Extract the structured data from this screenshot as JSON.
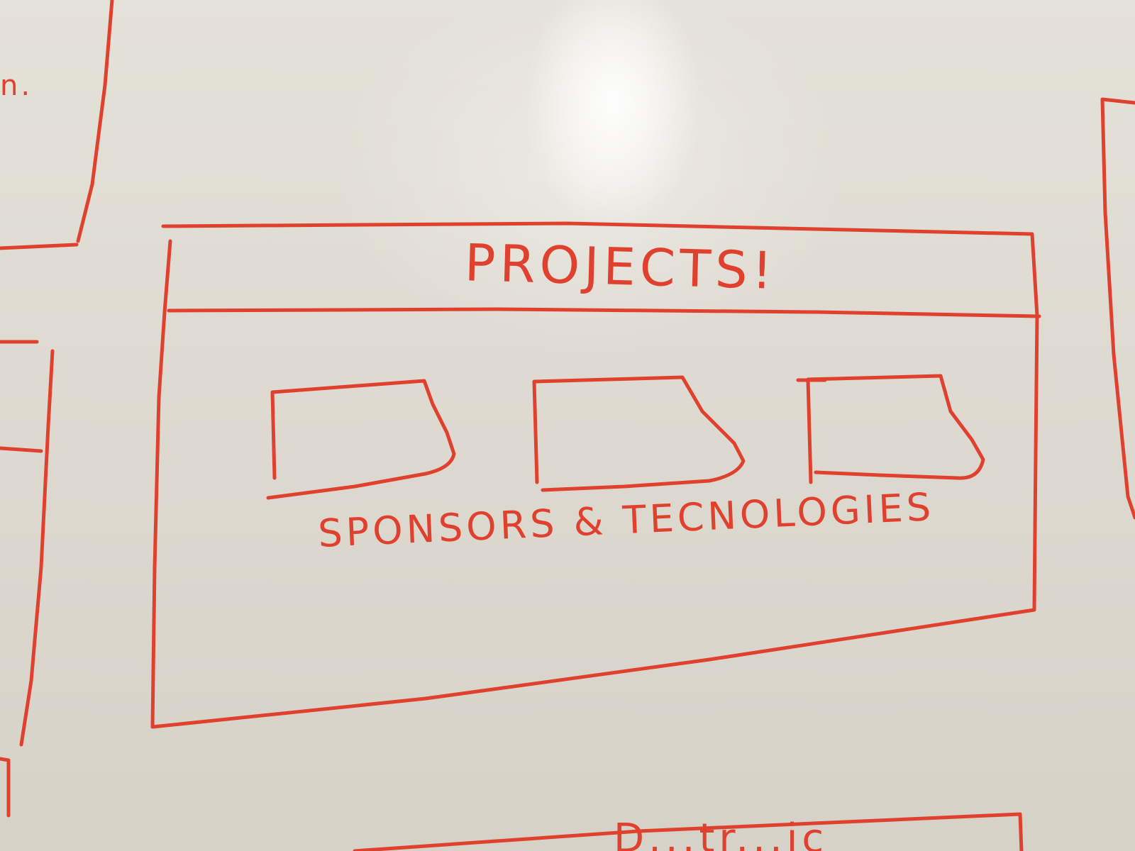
{
  "sketch": {
    "title": "PROJECTS!",
    "caption": "SPONSORS & TECNOLOGIES",
    "left_fragment": "n.",
    "bottom_fragment": "D...tr...ic",
    "marker_color": "#e0412e",
    "board_color": "#dedad1",
    "card_count": 3
  }
}
